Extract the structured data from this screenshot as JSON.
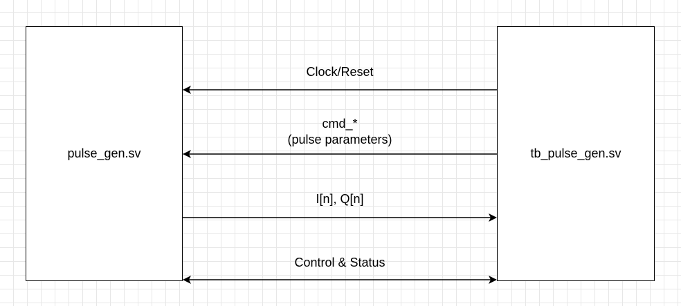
{
  "blocks": {
    "dut": "pulse_gen.sv",
    "testbench": "tb_pulse_gen.sv"
  },
  "signals": {
    "clock_reset": "Clock/Reset",
    "cmd_line1": "cmd_*",
    "cmd_line2": "(pulse parameters)",
    "iq": "I[n], Q[n]",
    "control_status": "Control & Status"
  },
  "colors": {
    "stroke": "#000000",
    "grid": "#e7e7e7",
    "background": "#ffffff"
  }
}
